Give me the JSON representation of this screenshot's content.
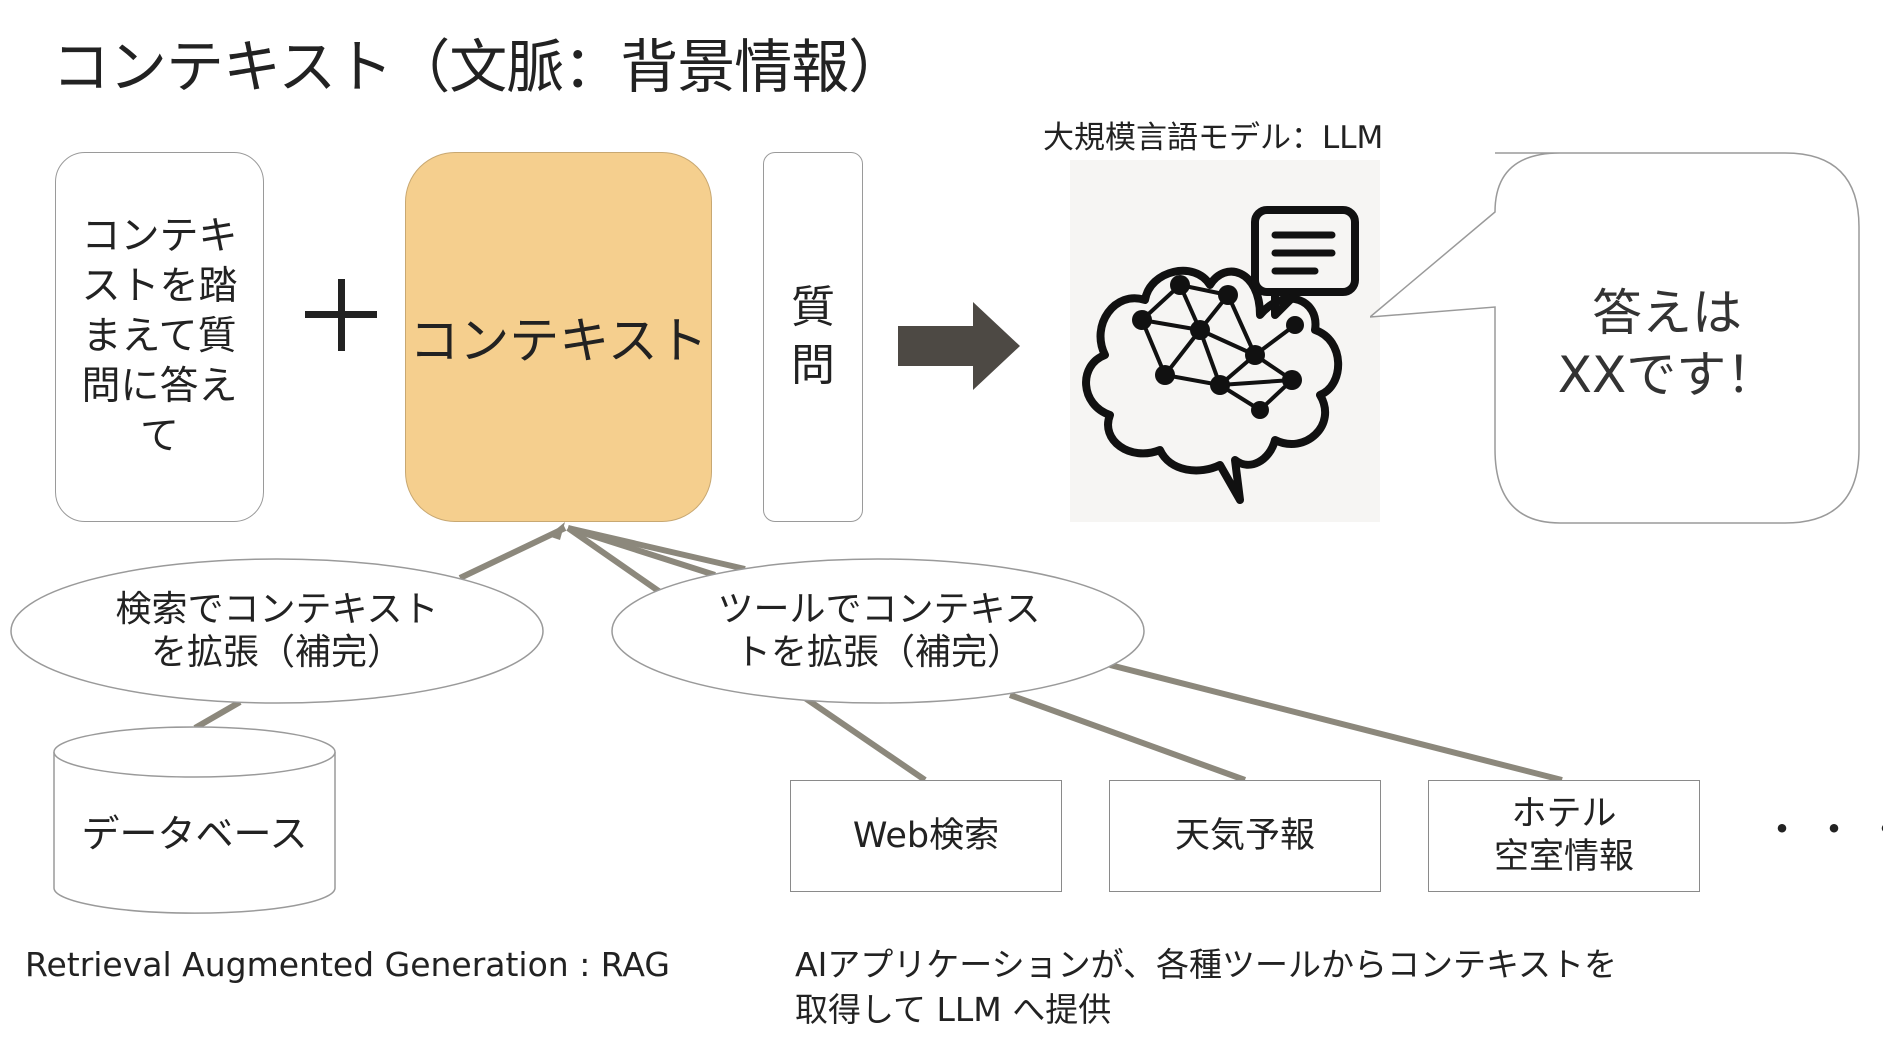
{
  "title": "コンテキスト（文脈：背景情報）",
  "instruction_box": "コンテキストを踏まえて質問に答えて",
  "context_box": "コンテキスト",
  "question_box": "質問",
  "llm_label": "大規模言語モデル：LLM",
  "answer_bubble": {
    "line1": "答えは",
    "line2": "XXです！"
  },
  "search_ellipse": {
    "line1": "検索でコンテキスト",
    "line2": "を拡張（補完）"
  },
  "tool_ellipse": {
    "line1": "ツールでコンテキス",
    "line2": "トを拡張（補完）"
  },
  "database_label": "データベース",
  "tools": {
    "web_search": "Web検索",
    "weather": "天気予報",
    "hotel_line1": "ホテル",
    "hotel_line2": "空室情報"
  },
  "more_indicator": "・・・",
  "rag_note": "Retrieval Augmented Generation : RAG",
  "app_note": {
    "line1": "AIアプリケーションが、各種ツールからコンテキストを",
    "line2": "取得して LLM へ提供"
  },
  "colors": {
    "context_fill": "#f5cf8e",
    "connector": "#8c887c",
    "arrow": "#4d4944",
    "border": "#9a9a9a"
  }
}
